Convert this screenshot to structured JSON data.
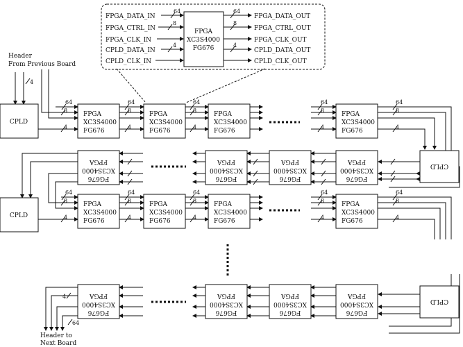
{
  "inset": {
    "chip_lines": [
      "FPGA",
      "XC3S4000",
      "FG676"
    ],
    "inputs": [
      "FPGA_DATA_IN",
      "FPGA_CTRL_IN",
      "FPGA_CLK_IN",
      "CPLD_DATA_IN",
      "CPLD_CLK_IN"
    ],
    "outputs": [
      "FPGA_DATA_OUT",
      "FPGA_CTRL_OUT",
      "FPGA_CLK_OUT",
      "CPLD_DATA_OUT",
      "CPLD_CLK_OUT"
    ],
    "bus_in": [
      "64",
      "8",
      "",
      "4",
      ""
    ],
    "bus_out": [
      "64",
      "8",
      "",
      "4",
      ""
    ]
  },
  "fpga_lines": [
    "FPGA",
    "XC3S4000",
    "FG676"
  ],
  "fpga_lines_mirrored": [
    "FG676",
    "XC3S4000",
    "FPGA"
  ],
  "cpld_label": "CPLD",
  "header_in": [
    "Header",
    "From Previous Board"
  ],
  "header_out": [
    "Header to",
    "Next Board"
  ],
  "bus": {
    "data": "64",
    "ctrl": "8",
    "cpld": "4"
  }
}
